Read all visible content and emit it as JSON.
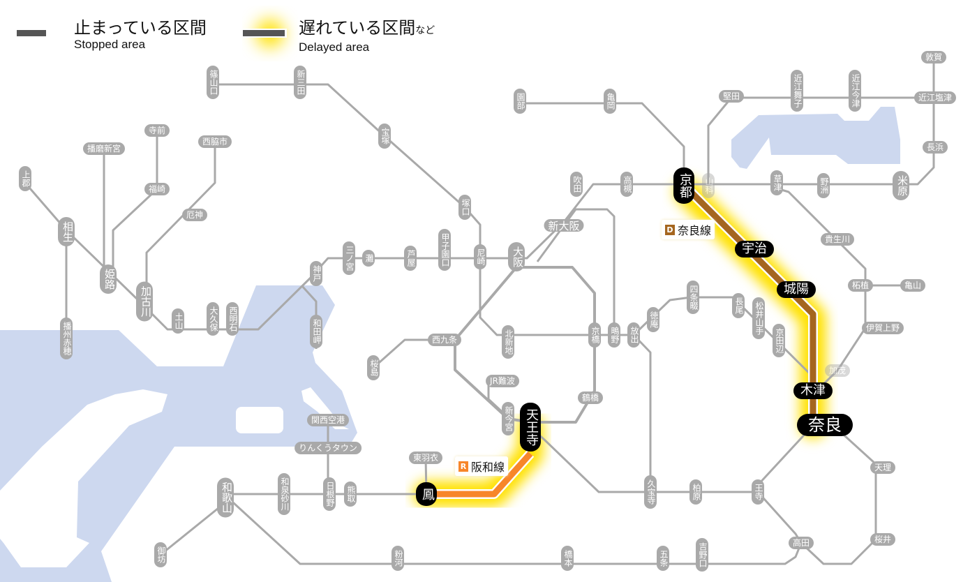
{
  "legend": {
    "stopped": {
      "title": "止まっている区間",
      "subtitle": "Stopped area"
    },
    "delayed": {
      "title": "遅れている区間",
      "title_suffix": "など",
      "subtitle": "Delayed area"
    }
  },
  "colors": {
    "line": "#a9a9a9",
    "water": "#cdd8ef",
    "stopped": "#555555",
    "nara_line": "#a5661f",
    "hanwa_line": "#f7862a",
    "glow": "#ffe100",
    "affected_station": "#000000"
  },
  "affected_lines": [
    {
      "code": "D",
      "name": "奈良線",
      "color": "#a5661f",
      "status": "delayed"
    },
    {
      "code": "R",
      "name": "阪和線",
      "color": "#f7862a",
      "status": "delayed"
    }
  ],
  "stations": [
    {
      "name": "篠山口"
    },
    {
      "name": "新三田"
    },
    {
      "name": "宝塚"
    },
    {
      "name": "塚口"
    },
    {
      "name": "尼崎"
    },
    {
      "name": "大阪"
    },
    {
      "name": "新大阪"
    },
    {
      "name": "吹田"
    },
    {
      "name": "高槻"
    },
    {
      "name": "園部"
    },
    {
      "name": "亀岡"
    },
    {
      "name": "京都",
      "status": "affected"
    },
    {
      "name": "山科"
    },
    {
      "name": "堅田"
    },
    {
      "name": "近江舞子"
    },
    {
      "name": "近江今津"
    },
    {
      "name": "近江塩津"
    },
    {
      "name": "敦賀"
    },
    {
      "name": "長浜"
    },
    {
      "name": "米原"
    },
    {
      "name": "野洲"
    },
    {
      "name": "草津"
    },
    {
      "name": "貴生川"
    },
    {
      "name": "柘植"
    },
    {
      "name": "亀山"
    },
    {
      "name": "伊賀上野"
    },
    {
      "name": "加茂"
    },
    {
      "name": "宇治",
      "status": "affected"
    },
    {
      "name": "城陽",
      "status": "affected"
    },
    {
      "name": "木津",
      "status": "affected"
    },
    {
      "name": "奈良",
      "status": "affected"
    },
    {
      "name": "天理"
    },
    {
      "name": "桜井"
    },
    {
      "name": "高田"
    },
    {
      "name": "王寺"
    },
    {
      "name": "柏原"
    },
    {
      "name": "久宝寺"
    },
    {
      "name": "吉野口"
    },
    {
      "name": "五条"
    },
    {
      "name": "橋本"
    },
    {
      "name": "粉河"
    },
    {
      "name": "和歌山"
    },
    {
      "name": "御坊"
    },
    {
      "name": "和泉砂川"
    },
    {
      "name": "日根野"
    },
    {
      "name": "熊取"
    },
    {
      "name": "鳳",
      "status": "affected"
    },
    {
      "name": "東羽衣"
    },
    {
      "name": "りんくうタウン"
    },
    {
      "name": "関西空港"
    },
    {
      "name": "天王寺",
      "status": "affected"
    },
    {
      "name": "新今宮"
    },
    {
      "name": "JR難波"
    },
    {
      "name": "鶴橋"
    },
    {
      "name": "京橋"
    },
    {
      "name": "鴫野"
    },
    {
      "name": "放出"
    },
    {
      "name": "徳庵"
    },
    {
      "name": "四条畷"
    },
    {
      "name": "長尾"
    },
    {
      "name": "松井山手"
    },
    {
      "name": "京田辺"
    },
    {
      "name": "北新地"
    },
    {
      "name": "西九条"
    },
    {
      "name": "桜島"
    },
    {
      "name": "神戸"
    },
    {
      "name": "和田岬"
    },
    {
      "name": "三ノ宮"
    },
    {
      "name": "灘"
    },
    {
      "name": "芦屋"
    },
    {
      "name": "甲子園口"
    },
    {
      "name": "西明石"
    },
    {
      "name": "大久保"
    },
    {
      "name": "土山"
    },
    {
      "name": "加古川"
    },
    {
      "name": "厄神"
    },
    {
      "name": "西脇市"
    },
    {
      "name": "姫路"
    },
    {
      "name": "福崎"
    },
    {
      "name": "寺前"
    },
    {
      "name": "播磨新宮"
    },
    {
      "name": "相生"
    },
    {
      "name": "上郡"
    },
    {
      "name": "播州赤穂"
    }
  ]
}
